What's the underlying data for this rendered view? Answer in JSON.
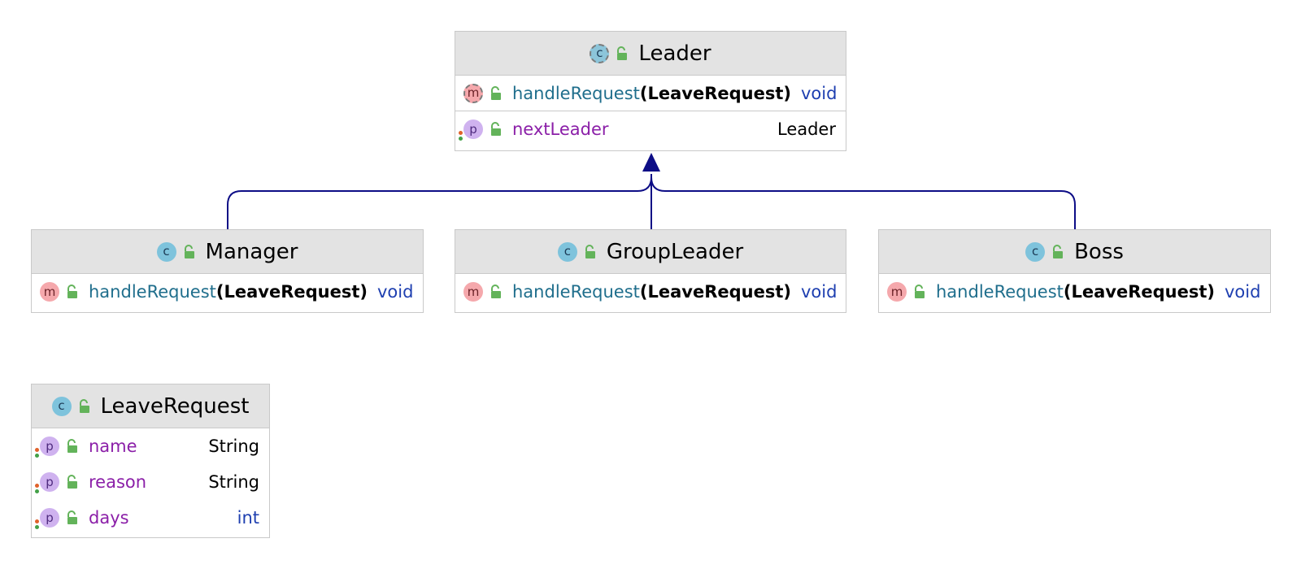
{
  "diagram": {
    "edge_color": "#0d0d86",
    "classes": {
      "leader": {
        "icon": "class-icon",
        "kind": "c",
        "name": "Leader",
        "methods": [
          {
            "icon": "method-icon",
            "kind": "m",
            "name": "handleRequest",
            "params": "(LeaveRequest)",
            "return_type": "void"
          }
        ],
        "fields": [
          {
            "icon": "field-icon",
            "kind": "p",
            "name": "nextLeader",
            "type": "Leader"
          }
        ]
      },
      "manager": {
        "icon": "class-icon",
        "kind": "c",
        "name": "Manager",
        "methods": [
          {
            "icon": "method-icon",
            "kind": "m",
            "name": "handleRequest",
            "params": "(LeaveRequest)",
            "return_type": "void"
          }
        ]
      },
      "group_leader": {
        "icon": "class-icon",
        "kind": "c",
        "name": "GroupLeader",
        "methods": [
          {
            "icon": "method-icon",
            "kind": "m",
            "name": "handleRequest",
            "params": "(LeaveRequest)",
            "return_type": "void"
          }
        ]
      },
      "boss": {
        "icon": "class-icon",
        "kind": "c",
        "name": "Boss",
        "methods": [
          {
            "icon": "method-icon",
            "kind": "m",
            "name": "handleRequest",
            "params": "(LeaveRequest)",
            "return_type": "void"
          }
        ]
      },
      "leave_request": {
        "icon": "class-icon",
        "kind": "c",
        "name": "LeaveRequest",
        "fields": [
          {
            "icon": "field-icon",
            "kind": "p",
            "name": "name",
            "type": "String"
          },
          {
            "icon": "field-icon",
            "kind": "p",
            "name": "reason",
            "type": "String"
          },
          {
            "icon": "field-icon",
            "kind": "p",
            "name": "days",
            "type": "int"
          }
        ]
      }
    },
    "relations": [
      {
        "from": "Manager",
        "to": "Leader",
        "type": "inheritance"
      },
      {
        "from": "GroupLeader",
        "to": "Leader",
        "type": "inheritance"
      },
      {
        "from": "Boss",
        "to": "Leader",
        "type": "inheritance"
      }
    ]
  }
}
